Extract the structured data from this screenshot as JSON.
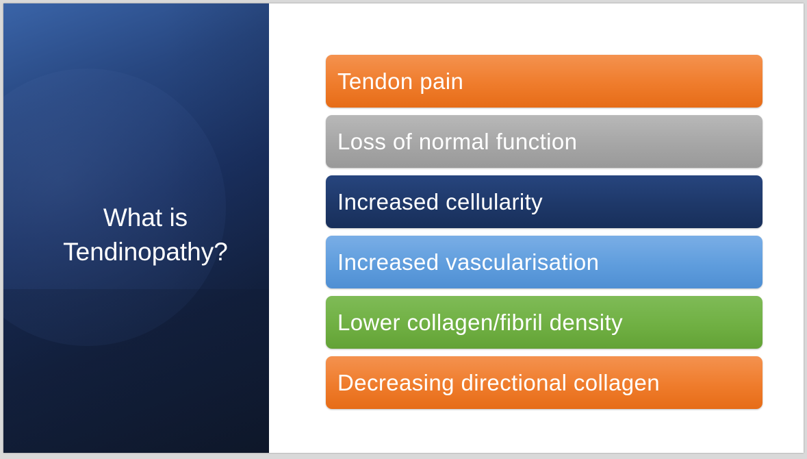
{
  "slide": {
    "title_line1": "What is",
    "title_line2": "Tendinopathy?",
    "items": [
      {
        "label": "Tendon pain",
        "color": "#ef7c2c"
      },
      {
        "label": "Loss of normal function",
        "color": "#a6a6a6"
      },
      {
        "label": "Increased cellularity",
        "color": "#1e3869"
      },
      {
        "label": "Increased vascularisation",
        "color": "#5f9ddd"
      },
      {
        "label": "Lower collagen/fibril density",
        "color": "#70b043"
      },
      {
        "label": "Decreasing directional collagen",
        "color": "#ef7c2c"
      }
    ]
  }
}
